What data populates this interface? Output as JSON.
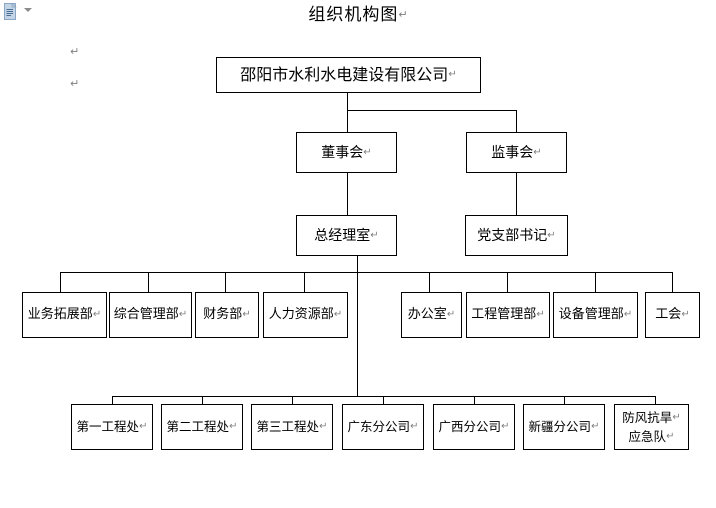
{
  "document": {
    "icon": "document-icon",
    "caret": "chevron-down-icon"
  },
  "title": {
    "text": "组织机构图",
    "pilcrow": "↵"
  },
  "margin_marks": [
    {
      "text": "↵"
    },
    {
      "text": "↵"
    }
  ],
  "pilcrow": "↵",
  "chart_data": {
    "type": "diagram",
    "title": "组织机构图",
    "nodes": [
      {
        "id": "company",
        "label": "邵阳市水利水电建设有限公司",
        "level": 1
      },
      {
        "id": "board",
        "label": "董事会",
        "level": 2
      },
      {
        "id": "super",
        "label": "监事会",
        "level": 2
      },
      {
        "id": "gm",
        "label": "总经理室",
        "level": 3
      },
      {
        "id": "party",
        "label": "党支部书记",
        "level": 3
      },
      {
        "id": "dept1",
        "label": "业务拓展部",
        "level": 4
      },
      {
        "id": "dept2",
        "label": "综合管理部",
        "level": 4
      },
      {
        "id": "dept3",
        "label": "财务部",
        "level": 4
      },
      {
        "id": "dept4",
        "label": "人力资源部",
        "level": 4
      },
      {
        "id": "dept5",
        "label": "办公室",
        "level": 4
      },
      {
        "id": "dept6",
        "label": "工程管理部",
        "level": 4
      },
      {
        "id": "dept7",
        "label": "设备管理部",
        "level": 4
      },
      {
        "id": "dept8",
        "label": "工会",
        "level": 4
      },
      {
        "id": "unit1",
        "label": "第一工程处",
        "level": 5
      },
      {
        "id": "unit2",
        "label": "第二工程处",
        "level": 5
      },
      {
        "id": "unit3",
        "label": "第三工程处",
        "level": 5
      },
      {
        "id": "unit4",
        "label": "广东分公司",
        "level": 5
      },
      {
        "id": "unit5",
        "label": "广西分公司",
        "level": 5
      },
      {
        "id": "unit6",
        "label": "新疆分公司",
        "level": 5
      },
      {
        "id": "unit7",
        "label_line1": "防风抗旱",
        "label_line2": "应急队",
        "level": 5
      }
    ]
  }
}
